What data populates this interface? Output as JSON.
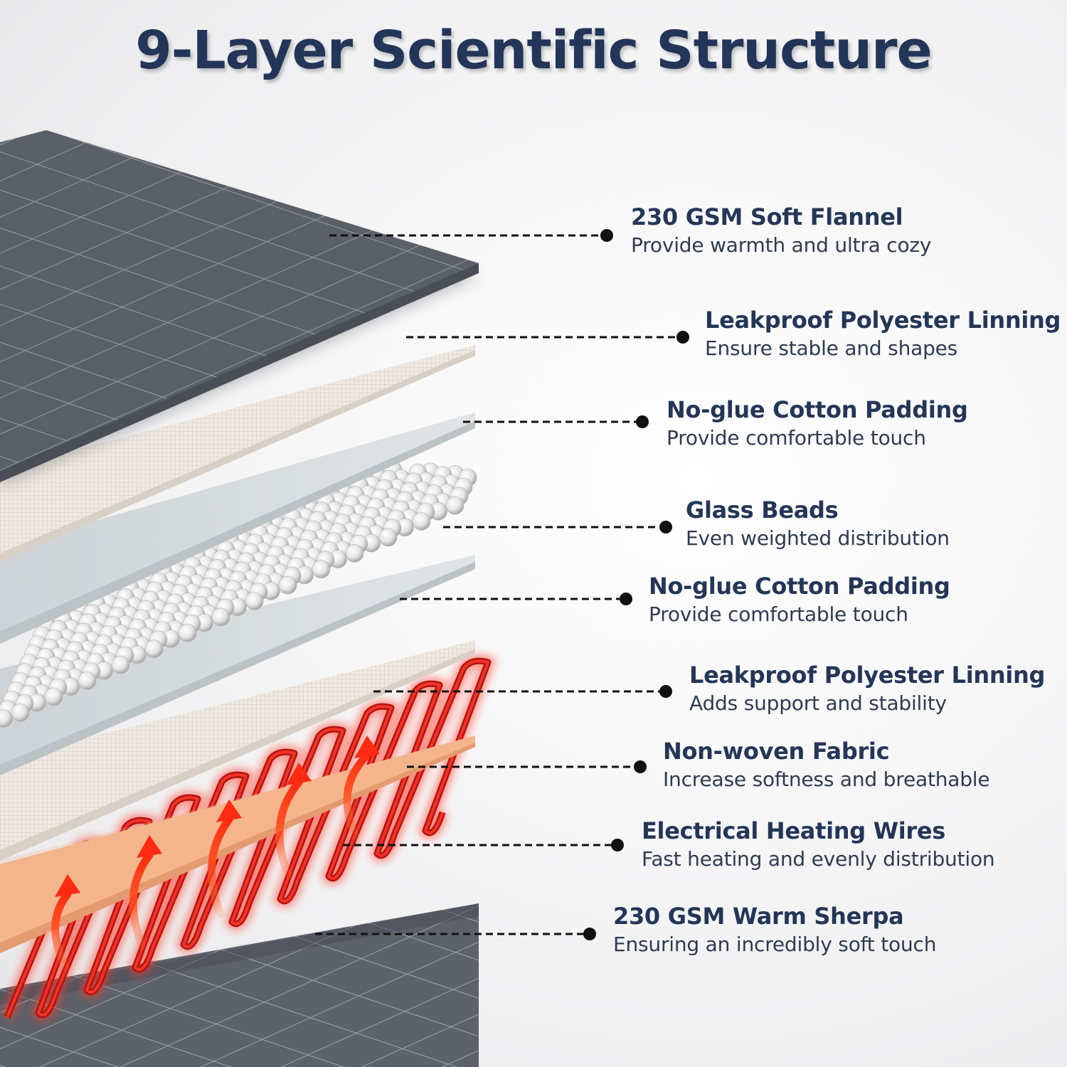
{
  "title": "9-Layer Scientific Structure",
  "colors": {
    "title": "#233559",
    "flannel": "#5a5e66",
    "linning": "#ece6df",
    "padding": "#d7dcdf",
    "beads": "#f2f2f2",
    "nonwoven": "#f3b48a",
    "heating_wire": "#e2231a",
    "sherpa": "#5a5e66"
  },
  "layers": [
    {
      "name": "230 GSM Soft Flannel",
      "description": "Provide warmth and ultra cozy"
    },
    {
      "name": "Leakproof Polyester Linning",
      "description": "Ensure stable and shapes"
    },
    {
      "name": "No-glue Cotton Padding",
      "description": "Provide comfortable touch"
    },
    {
      "name": "Glass Beads",
      "description": "Even weighted distribution"
    },
    {
      "name": "No-glue Cotton Padding",
      "description": "Provide comfortable touch"
    },
    {
      "name": "Leakproof Polyester Linning",
      "description": "Adds support and stability"
    },
    {
      "name": "Non-woven Fabric",
      "description": "Increase softness and breathable"
    },
    {
      "name": "Electrical Heating Wires",
      "description": "Fast heating and evenly distribution"
    },
    {
      "name": "230 GSM Warm Sherpa",
      "description": "Ensuring an incredibly soft touch"
    }
  ]
}
